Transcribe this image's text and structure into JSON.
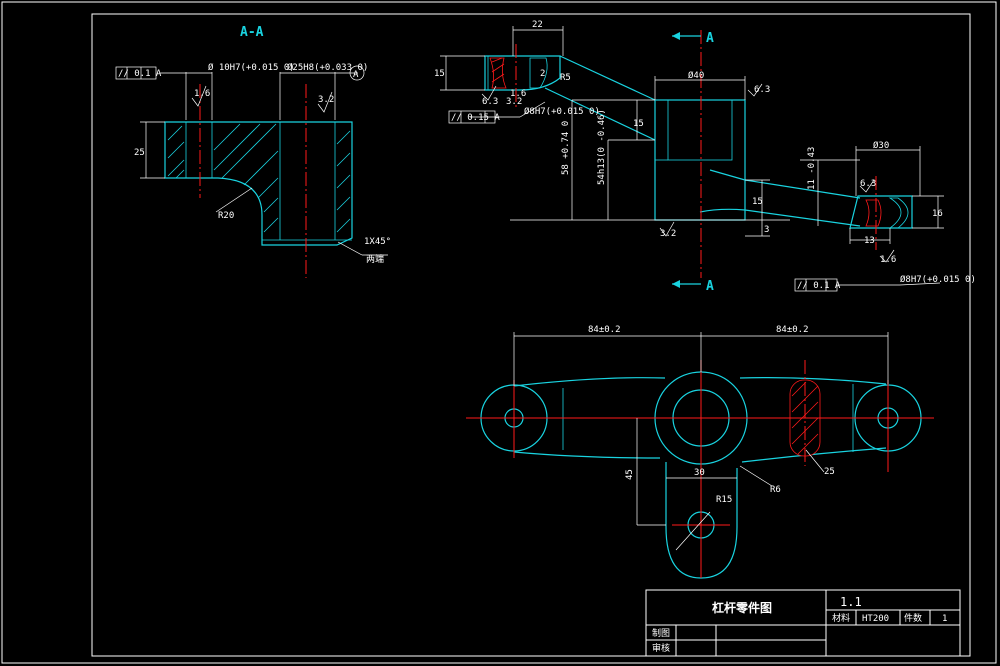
{
  "title_block": {
    "part_name": "杠杆零件图",
    "scale": "1.1",
    "material_label": "材料",
    "material_value": "HT200",
    "count_label": "件数",
    "count_value": "1",
    "drawn_label": "制图",
    "check_label": "审核"
  },
  "section_a": {
    "title": "A-A",
    "tol_box": "// 0.1 A",
    "bore_small": "Ø 10H7(+0.015 0)",
    "bore_large": "Ø25H8(+0.033 0)",
    "datum": "A",
    "height_dim": "25",
    "radius": "R20",
    "rough1": "1.6",
    "rough2": "3.2",
    "chamfer": "1X45°",
    "chamfer_note": "两端"
  },
  "front_view": {
    "section_mark": "A",
    "dim_22": "22",
    "dim_15_left": "15",
    "dim_15_mid": "15",
    "dim_15_right": "15",
    "dim_16_right": "16",
    "dim_13": "13",
    "dia_40": "Ø40",
    "dia_30": "Ø30",
    "r5": "R5",
    "rough_63a": "6.3",
    "rough_63b": "6.3",
    "rough_63c": "6.3",
    "rough_32a": "3.2",
    "rough_32b": "3.2",
    "rough_16a": "1.6",
    "rough_16b": "1.6",
    "tol_left": "// 0.15 A",
    "tol_right": "// 0.1 A",
    "bore_left": "Ø8H7(+0.015 0)",
    "bore_right": "Ø8H7(+0.015 0)",
    "dim_58": "58 +0.74 0",
    "dim_54": "54h13(0 -0.46)",
    "dim_11": "11 -0.43",
    "dim_2": "2",
    "dim_3": "3"
  },
  "top_view": {
    "span_left": "84±0.2",
    "span_right": "84±0.2",
    "dim_30": "30",
    "dim_45": "45",
    "r15": "R15",
    "r6": "R6",
    "dim_25": "25"
  }
}
